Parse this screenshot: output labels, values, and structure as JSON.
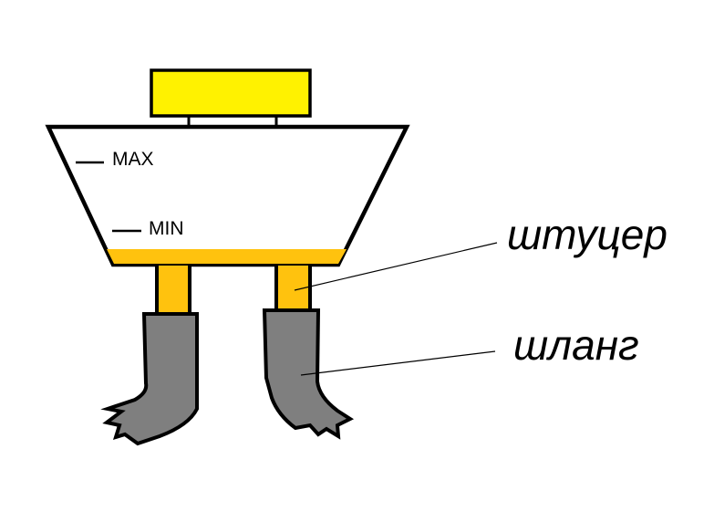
{
  "tank": {
    "max_label": "MAX",
    "min_label": "MIN"
  },
  "callouts": {
    "fitting_label": "штуцер",
    "hose_label": "шланг"
  },
  "colors": {
    "cap": "#FFF200",
    "fluid": "#FFC20E",
    "hose": "#7F7F7F",
    "outline": "#000000",
    "background": "#FFFFFF"
  }
}
